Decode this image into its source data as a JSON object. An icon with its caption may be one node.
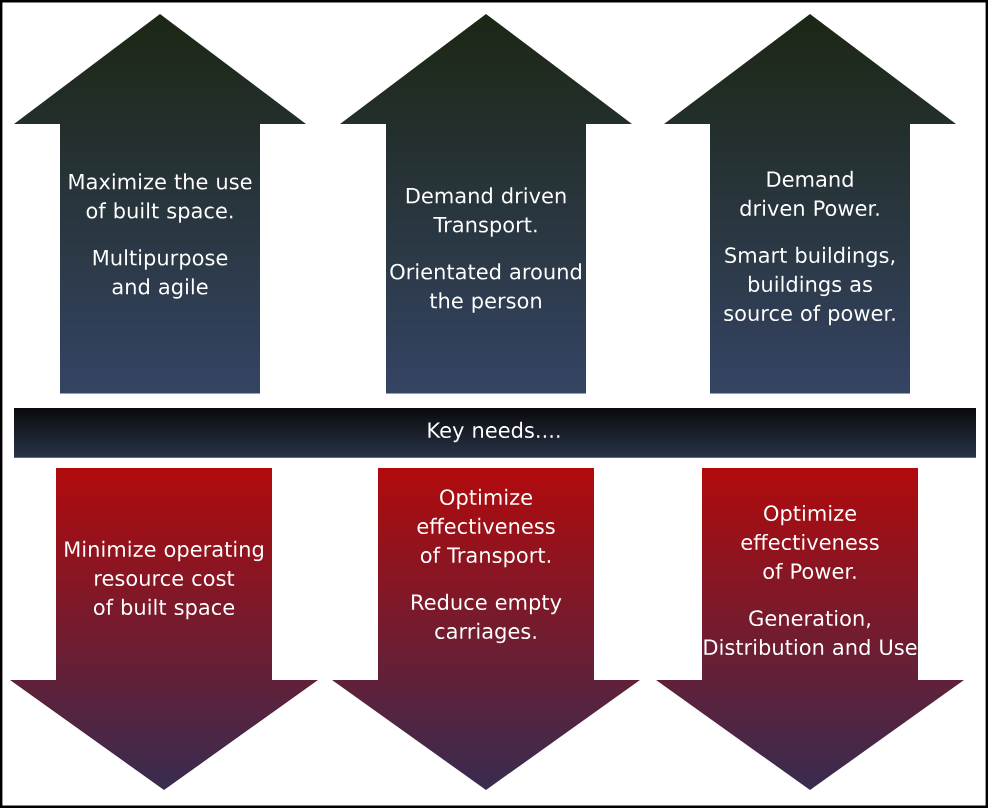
{
  "diagram": {
    "nodes": [
      {
        "text": [
          "Maximize the use of built space.",
          "Multipurpose and agile"
        ]
      },
      {
        "text": [
          "Demand driven Transport.",
          "Orientated around the person"
        ]
      },
      {
        "text": [
          "Demand driven Power.",
          "Smart buildings, buildings as source of power."
        ]
      },
      {
        "text": [
          "Key needs...."
        ]
      },
      {
        "text": [
          "Minimize operating resource cost of built space"
        ]
      },
      {
        "text": [
          "Optimize effectiveness of Transport.",
          "Reduce empty carriages."
        ]
      },
      {
        "text": [
          "Optimize effectiveness of Power.",
          "Generation, Distribution and Use"
        ]
      }
    ]
  }
}
